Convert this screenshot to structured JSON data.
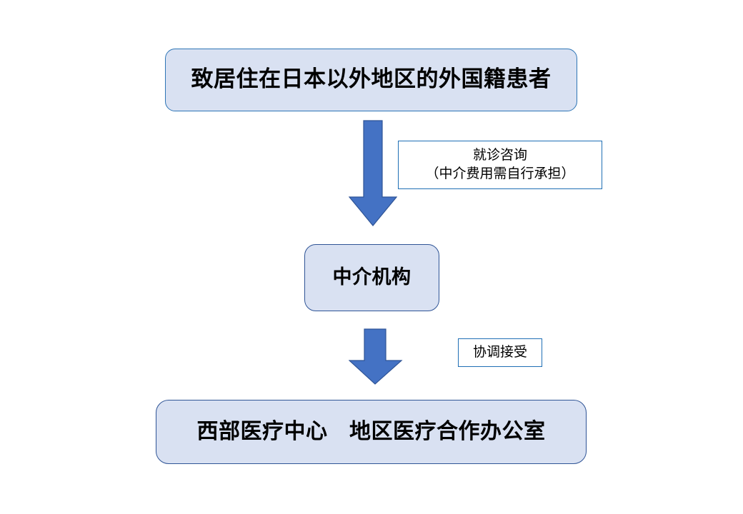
{
  "diagram": {
    "title": "致居住在日本以外地区的外国籍患者",
    "colors": {
      "node_fill": "#D9E1F2",
      "node_border_top": "#2E75B6",
      "node_border": "#2F5496",
      "arrow_fill": "#4472C4",
      "arrow_border": "#2F5496",
      "callout_border": "#1F6FB5",
      "callout_fill": "#FFFFFF",
      "text": "#000000",
      "background": "#FFFFFF"
    },
    "nodes": [
      {
        "id": "node-top",
        "label": "致居住在日本以外地区的外国籍患者",
        "role": "source"
      },
      {
        "id": "node-mid",
        "label": "中介机构",
        "role": "intermediary"
      },
      {
        "id": "node-bottom",
        "label": "西部医疗中心　地区医疗合作办公室",
        "role": "destination"
      }
    ],
    "connectors": [
      {
        "id": "arrow-1",
        "icon": "down-arrow-icon",
        "from": "node-top",
        "to": "node-mid",
        "label": "就诊咨询\n（中介费用需自行承担）",
        "label_line_1": "就诊咨询",
        "label_line_2": "（中介费用需自行承担）"
      },
      {
        "id": "arrow-2",
        "icon": "down-arrow-icon",
        "from": "node-mid",
        "to": "node-bottom",
        "label": "协调接受"
      }
    ]
  }
}
